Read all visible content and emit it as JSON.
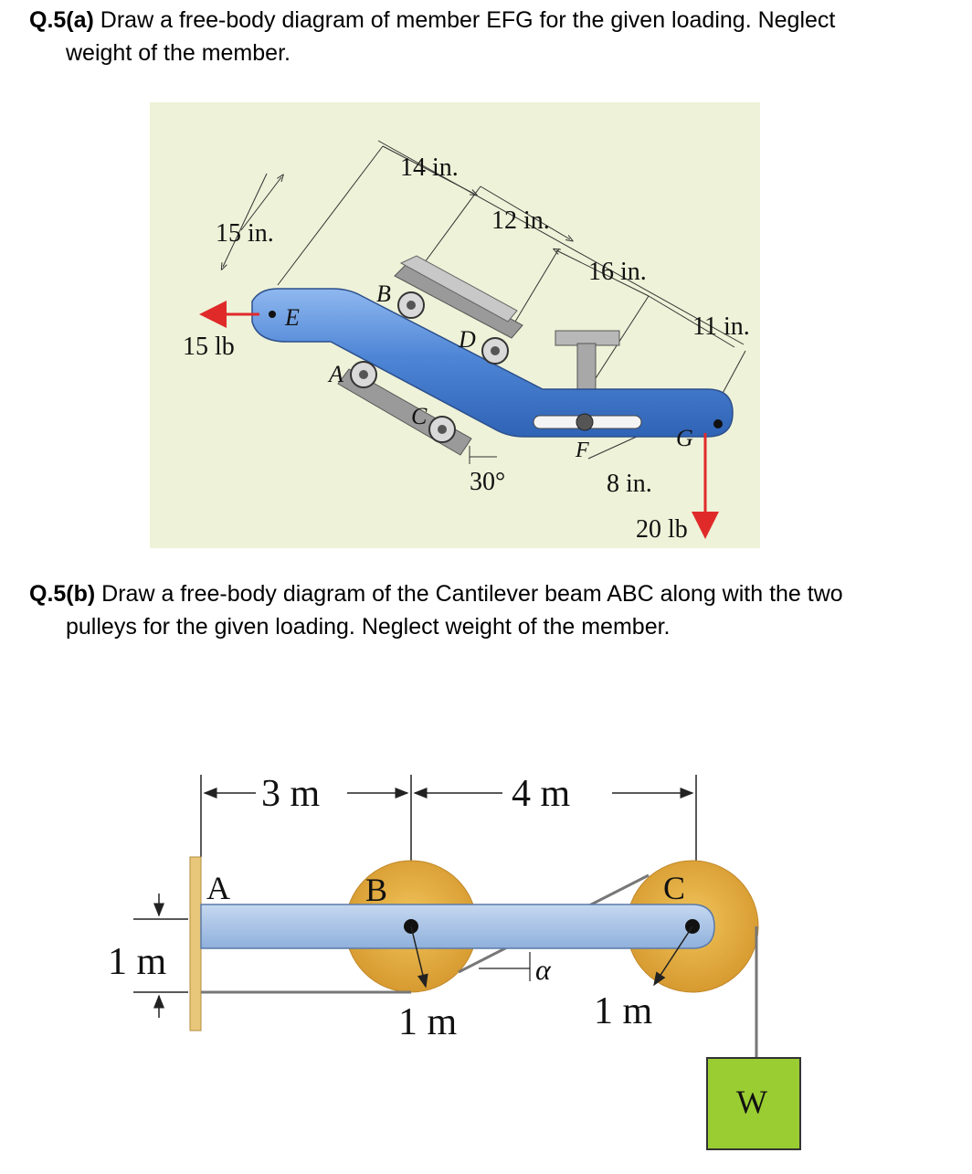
{
  "question_a": {
    "label": "Q.5(a)",
    "line1": " Draw a free-body diagram of member EFG for the given loading. Neglect",
    "line2": "weight of the member."
  },
  "figure_a": {
    "dims": {
      "d15": "15 in.",
      "d14": "14 in.",
      "d12": "12 in.",
      "d16": "16 in.",
      "d11": "11 in.",
      "d8": "8 in."
    },
    "angle": "30°",
    "points": {
      "A": "A",
      "B": "B",
      "C": "C",
      "D": "D",
      "E": "E",
      "F": "F",
      "G": "G"
    },
    "loads": {
      "left": "15 lb",
      "down": "20 lb"
    },
    "colors": {
      "background": "#eef2d8",
      "member": "#5b93dd",
      "force": "#e02a2a"
    }
  },
  "question_b": {
    "label": "Q.5(b)",
    "line1": " Draw a free-body diagram of the Cantilever beam ABC along with the two",
    "line2": "pulleys for the given loading. Neglect weight of the member."
  },
  "figure_b": {
    "dims": {
      "span_ab": "3 m",
      "span_bc": "4 m",
      "offset": "1 m",
      "radius_b": "1 m",
      "radius_c": "1 m"
    },
    "points": {
      "A": "A",
      "B": "B",
      "C": "C"
    },
    "angle": "α",
    "weight": "W",
    "colors": {
      "beam": "#a9c3e6",
      "pulley": "#e0a93c",
      "wall": "#e9c77a",
      "block": "#9acd32"
    }
  }
}
